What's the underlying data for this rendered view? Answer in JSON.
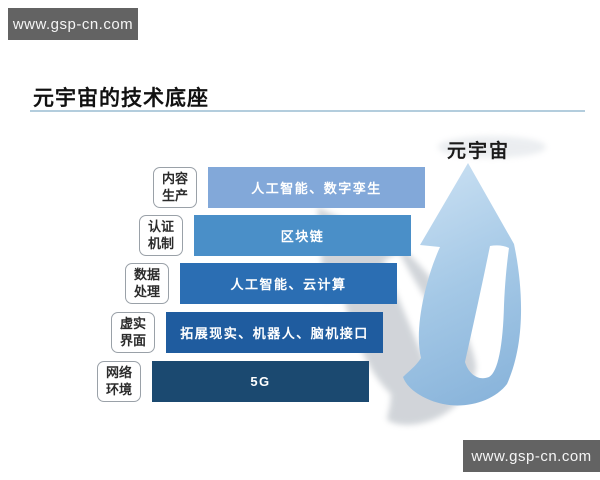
{
  "watermarks": {
    "top": "www.gsp-cn.com",
    "bottom": "www.gsp-cn.com"
  },
  "header": {
    "title": "元宇宙的技术底座"
  },
  "arrow": {
    "label": "元宇宙",
    "gradient_start": "#c5ddf1",
    "gradient_mid": "#a4c8e6",
    "gradient_end": "#85b1d9",
    "shadow_color": "#9aa2ac"
  },
  "layers": [
    {
      "category_line1": "内容",
      "category_line2": "生产",
      "tech": "人工智能、数字孪生",
      "color": "#82a8d9"
    },
    {
      "category_line1": "认证",
      "category_line2": "机制",
      "tech": "区块链",
      "color": "#4a8fc8"
    },
    {
      "category_line1": "数据",
      "category_line2": "处理",
      "tech": "人工智能、云计算",
      "color": "#2b6eb3"
    },
    {
      "category_line1": "虚实",
      "category_line2": "界面",
      "tech": "拓展现实、机器人、脑机接口",
      "color": "#1f5c9f"
    },
    {
      "category_line1": "网络",
      "category_line2": "环境",
      "tech": "5G",
      "color": "#1b4970"
    }
  ]
}
